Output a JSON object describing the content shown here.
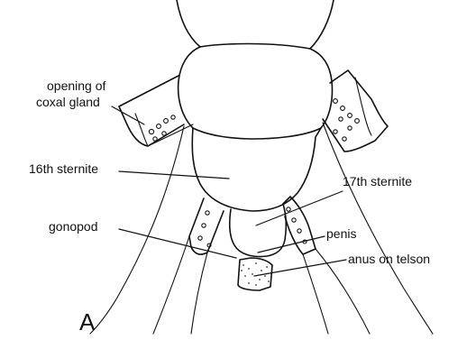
{
  "figure": {
    "panel_letter": "A",
    "labels": {
      "coxal_gland_line1": "opening of",
      "coxal_gland_line2": "coxal gland",
      "sternite_16": "16th sternite",
      "sternite_17": "17th sternite",
      "gonopod": "gonopod",
      "penis": "penis",
      "anus": "anus on telson"
    }
  }
}
